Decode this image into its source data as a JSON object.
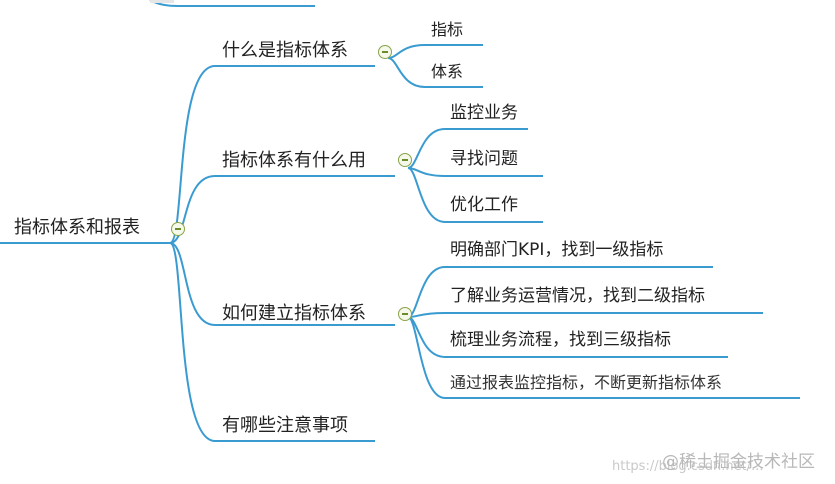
{
  "root": {
    "label": "指标体系和报表"
  },
  "branches": [
    {
      "label": "什么是指标体系",
      "children": [
        "指标",
        "体系"
      ]
    },
    {
      "label": "指标体系有什么用",
      "children": [
        "监控业务",
        "寻找问题",
        "优化工作"
      ]
    },
    {
      "label": "如何建立指标体系",
      "children": [
        "明确部门KPI，找到一级指标",
        "了解业务运营情况，找到二级指标",
        "梳理业务流程，找到三级指标",
        "通过报表监控指标，不断更新指标体系"
      ]
    },
    {
      "label": "有哪些注意事项",
      "children": []
    }
  ],
  "watermark": {
    "url": "https://blog.csdn.net/...",
    "brand": "@稀土掘金技术社区"
  },
  "colors": {
    "line": "#3a9bd1",
    "toggle_border": "#8aa34a",
    "toggle_fill": "#f4f9e9"
  }
}
